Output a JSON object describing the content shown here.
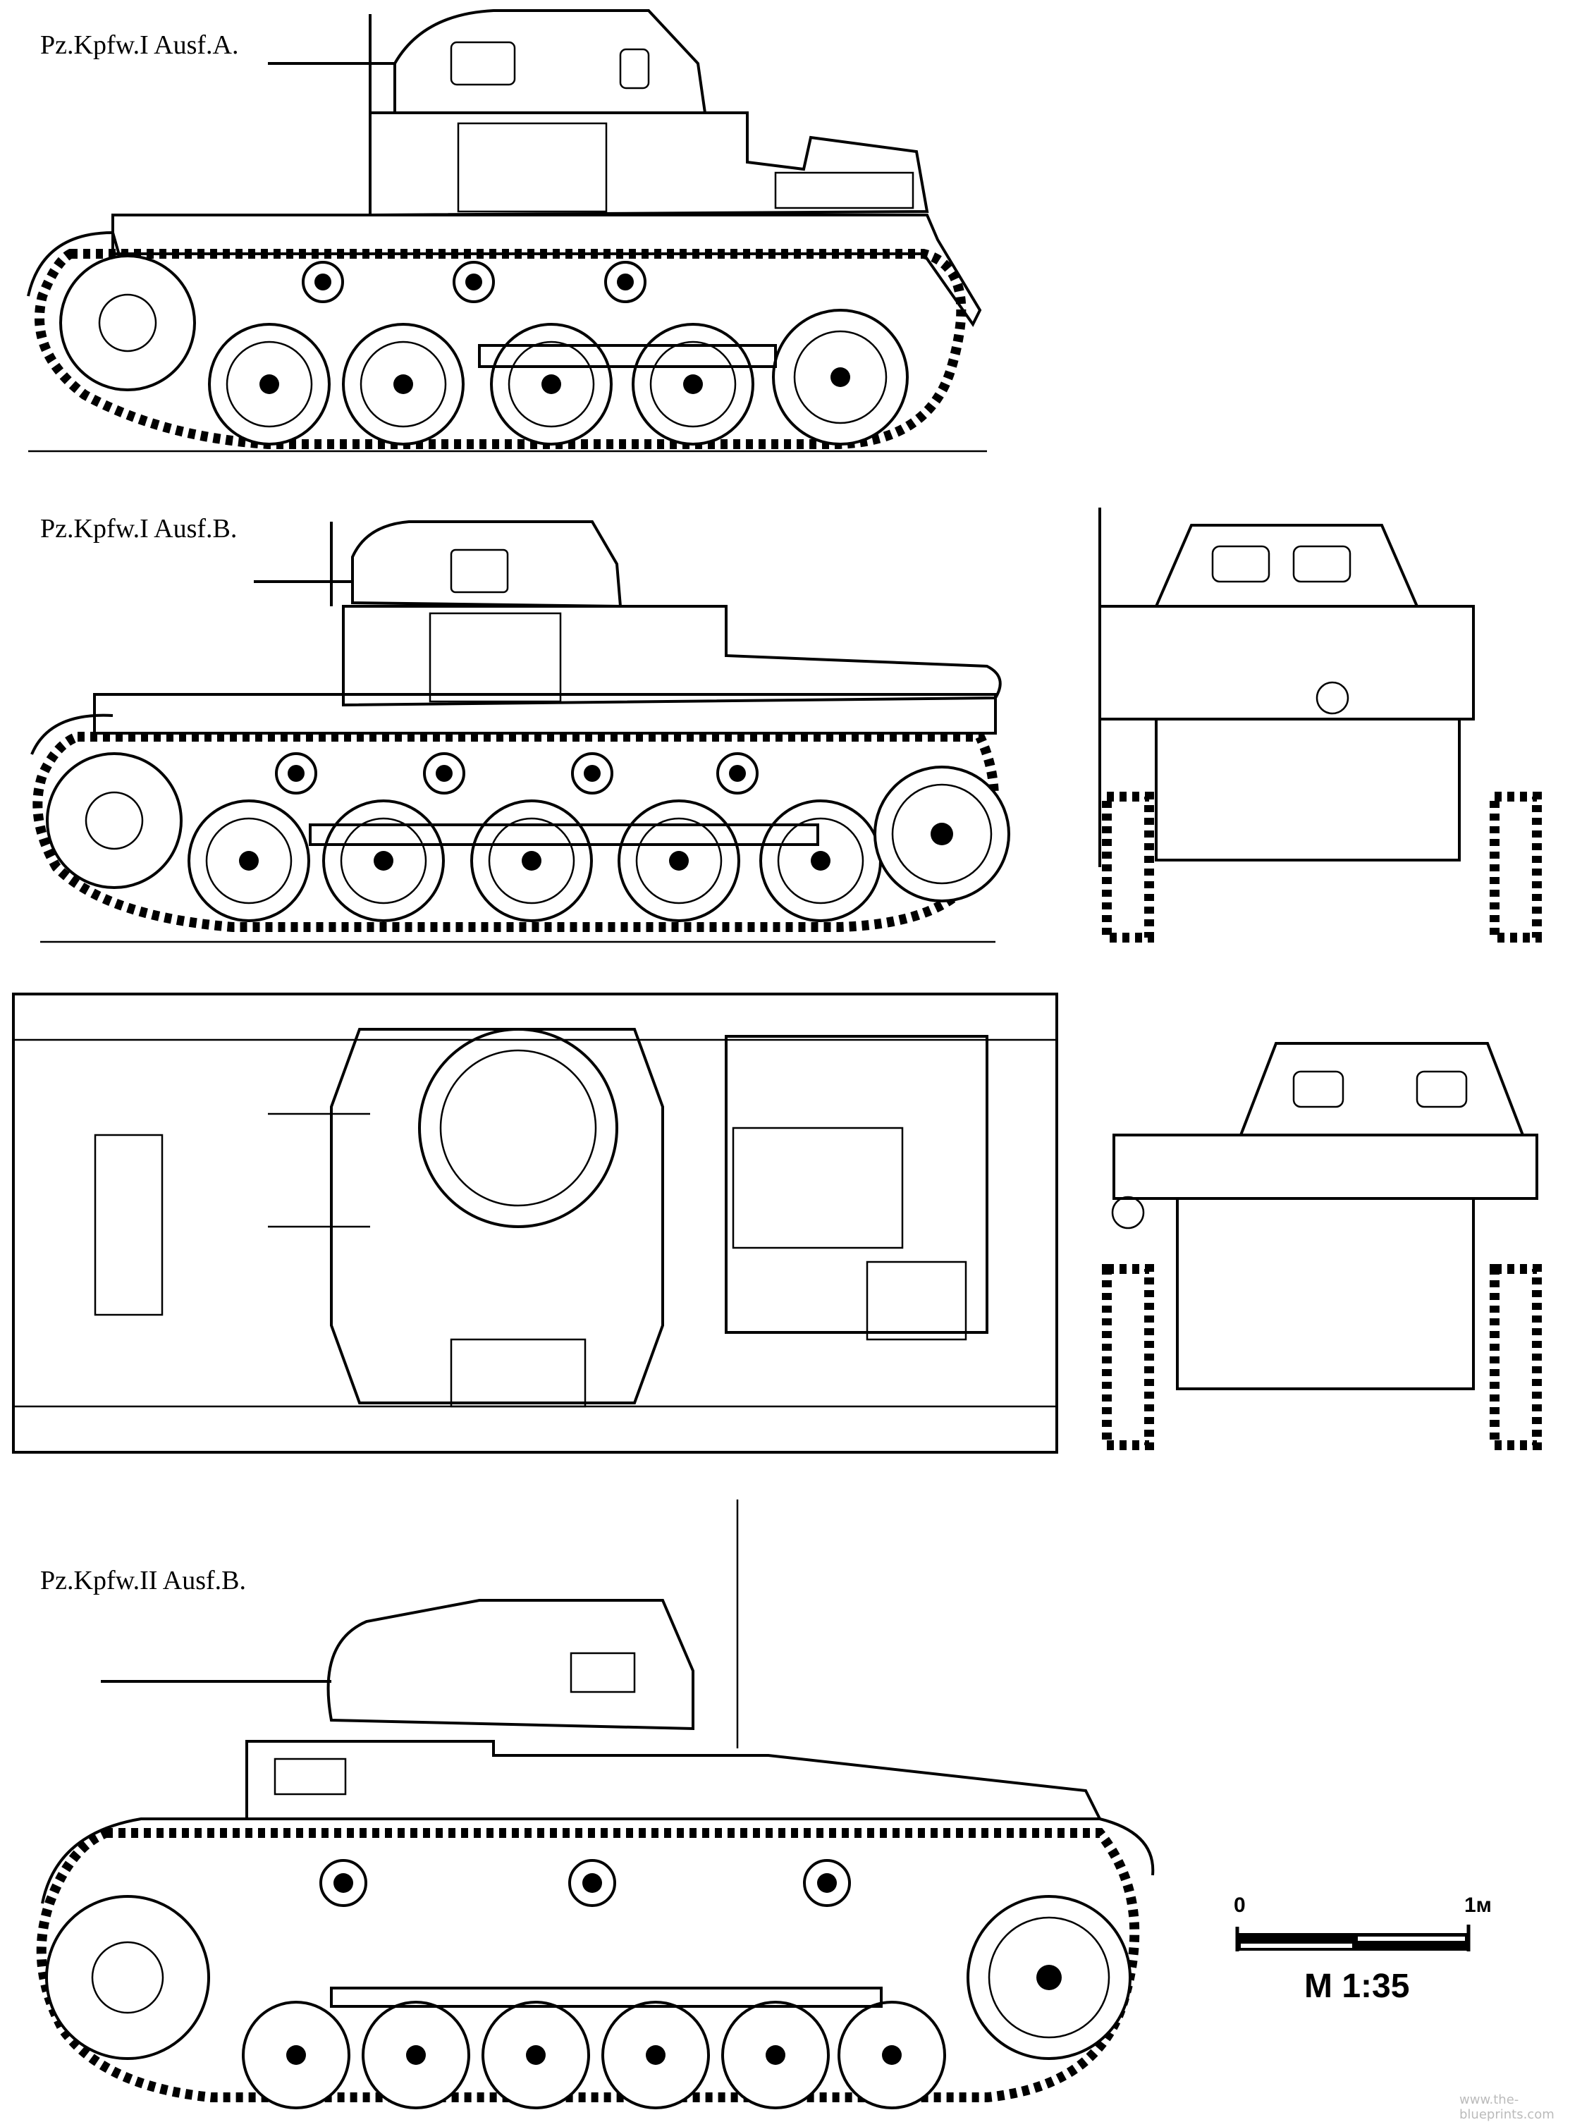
{
  "labels": {
    "view_1": "Pz.Kpfw.I Ausf.A.",
    "view_2": "Pz.Kpfw.I Ausf.B.",
    "view_3": "Pz.Kpfw.II Ausf.B."
  },
  "scale_bar": {
    "start": "0",
    "end": "1м",
    "scale": "M 1:35"
  },
  "watermark": "www.the-blueprints.com"
}
